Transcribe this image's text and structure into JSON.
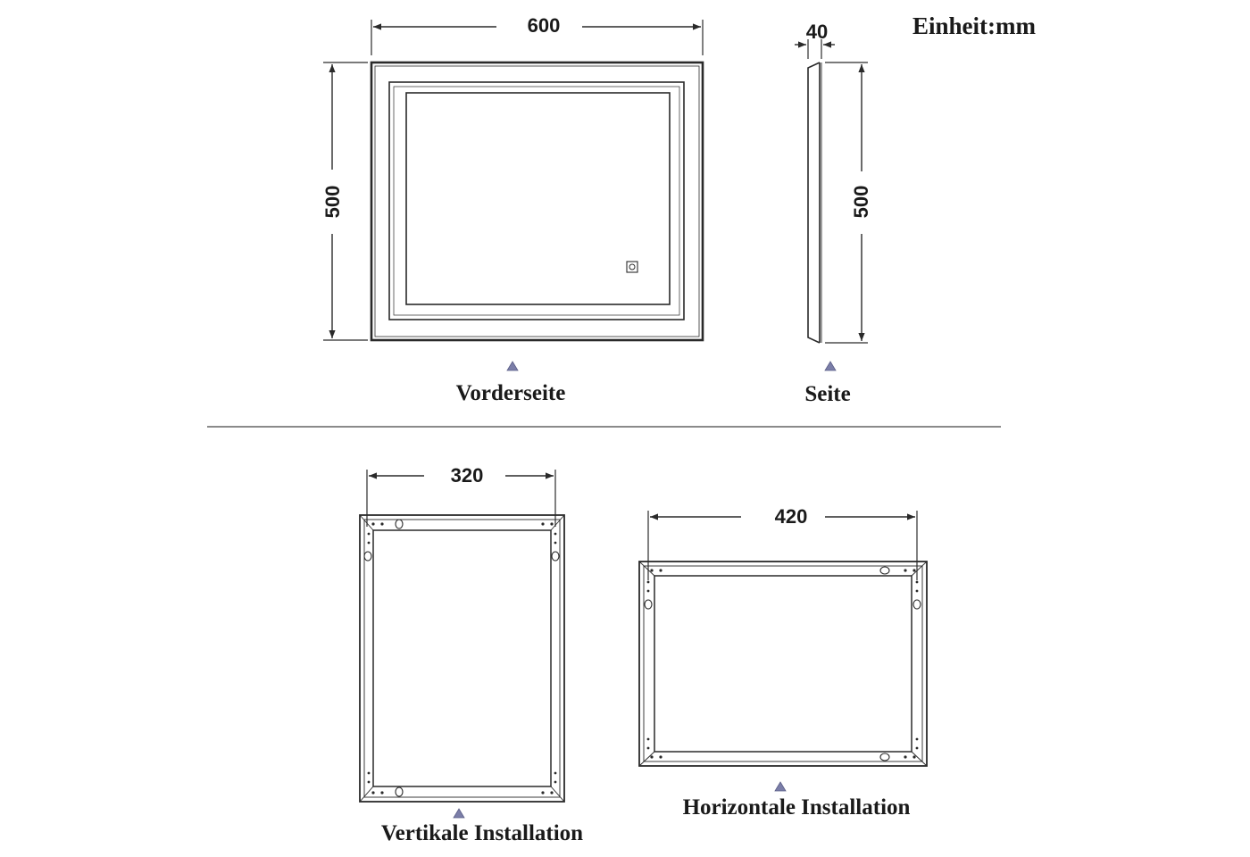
{
  "unit_label": "Einheit:mm",
  "front_view": {
    "caption": "Vorderseite",
    "width_label": "600",
    "height_label": "500",
    "touch_switch_icon": "power-switch-icon"
  },
  "side_view": {
    "caption": "Seite",
    "depth_label": "40",
    "height_label": "500"
  },
  "vertical_install": {
    "caption": "Vertikale Installation",
    "hook_spacing_label": "320"
  },
  "horizontal_install": {
    "caption": "Horizontale Installation",
    "hook_spacing_label": "420"
  },
  "colors": {
    "line": "#2a2a2a",
    "marker": "#7b7ea8"
  }
}
